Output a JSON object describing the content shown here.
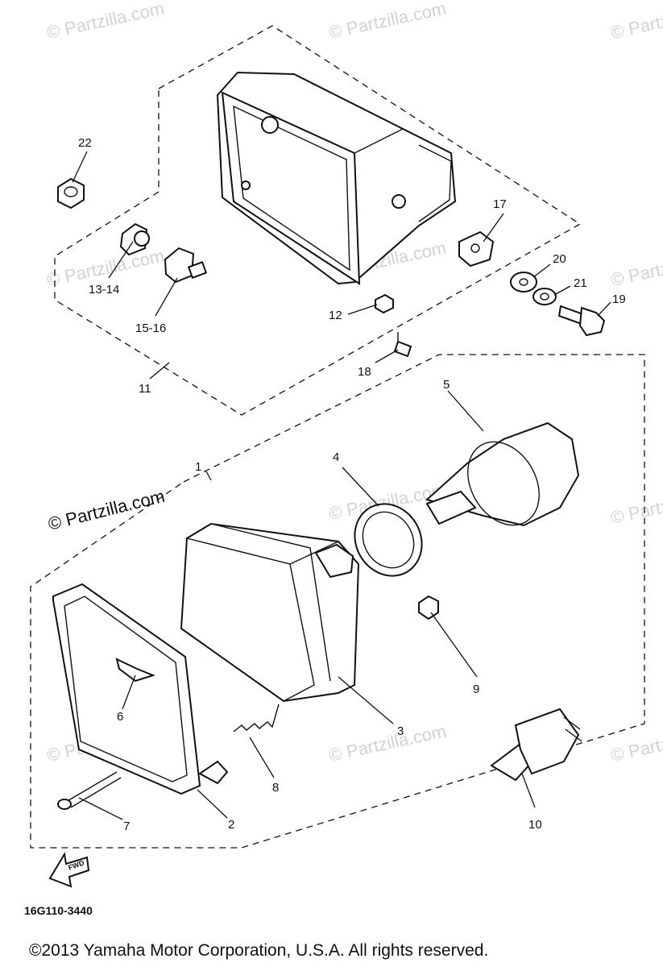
{
  "diagram": {
    "part_labels": {
      "p1": "1",
      "p2": "2",
      "p3": "3",
      "p4": "4",
      "p5": "5",
      "p6": "6",
      "p7": "7",
      "p8": "8",
      "p9": "9",
      "p10": "10",
      "p11": "11",
      "p12": "12",
      "p13_14": "13-14",
      "p15_16": "15-16",
      "p17": "17",
      "p18": "18",
      "p19": "19",
      "p20": "20",
      "p21": "21",
      "p22": "22"
    },
    "watermark_text": "© Partzilla.com",
    "fwd_label": "FWD",
    "diagram_code": "16G110-3440"
  },
  "footer": {
    "copyright": "©2013 Yamaha Motor Corporation, U.S.A. All rights reserved."
  }
}
